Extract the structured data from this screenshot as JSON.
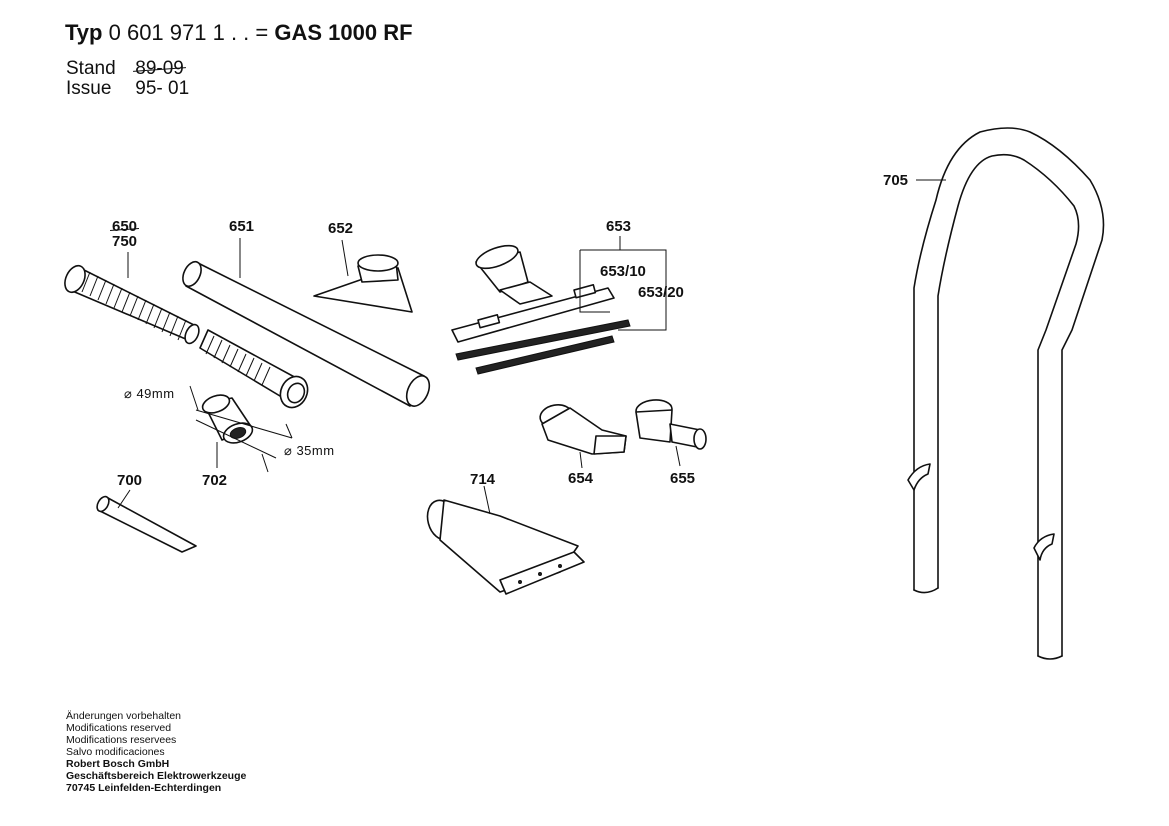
{
  "header": {
    "typ_label": "Typ",
    "typ_number": "0 601 971 1 . .",
    "equals": "=",
    "model": "GAS 1000 RF",
    "stand_label": "Stand",
    "stand_value": "89-09",
    "issue_label": "Issue",
    "issue_value": "95- 01"
  },
  "parts": {
    "p650": "650",
    "p750": "750",
    "p651": "651",
    "p652": "652",
    "p653": "653",
    "p653_10": "653/10",
    "p653_20": "653/20",
    "p700": "700",
    "p702": "702",
    "p714": "714",
    "p654": "654",
    "p655": "655",
    "p705": "705"
  },
  "dimensions": {
    "d49": "⌀ 49mm",
    "d35": "⌀ 35mm"
  },
  "footer": {
    "line1": "Änderungen vorbehalten",
    "line2": "Modifications reserved",
    "line3": "Modifications reservees",
    "line4": "Salvo modificaciones",
    "company": "Robert Bosch GmbH",
    "division": "Geschäftsbereich Elektrowerkzeuge",
    "address": "70745 Leinfelden-Echterdingen"
  }
}
